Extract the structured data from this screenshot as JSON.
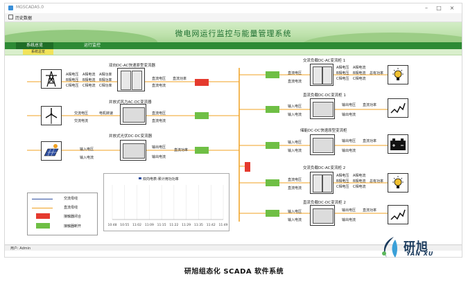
{
  "window": {
    "title": "MGSCADA5.0",
    "minimize": "–",
    "maximize": "□",
    "close": "×"
  },
  "toolbar": {
    "label": "历史数据"
  },
  "banner": {
    "title": "微电网运行监控与能量管理系统"
  },
  "tabs": [
    {
      "label": "系统总览"
    },
    {
      "label": "运行监控"
    }
  ],
  "subtab": {
    "label": "系统总览"
  },
  "left": {
    "bidir": {
      "title": "双向DC-AC快速原型变流器",
      "col1": [
        "A相电压",
        "B相电压",
        "C相电压"
      ],
      "col2": [
        "A相电流",
        "B相电流",
        "C相电流"
      ],
      "col3": [
        "A相功率",
        "B相功率",
        "C相功率"
      ],
      "out1": "直流电压",
      "out2": "直流电流",
      "out3": "直流功率"
    },
    "wind": {
      "title": "并放式风力AC-DC变流器",
      "in1": "交流电压",
      "in2": "交流电流",
      "mid": "电机转速",
      "out1": "直流电压",
      "out2": "直流电流"
    },
    "pv": {
      "title": "并放式光伏DC-DC变流器",
      "in1": "输入电压",
      "in2": "输入电流",
      "out1": "输出电压",
      "out2": "输出电流",
      "mid": "直流功率"
    }
  },
  "right": {
    "r1": {
      "title": "交流负载DC-AC变流柜 1",
      "in1": "直流电压",
      "in2": "直流电流",
      "c1": [
        "A相电压",
        "B相电压",
        "C相电压"
      ],
      "c2": [
        "A相电流",
        "B相电流",
        "C相电流"
      ],
      "c3": "总有功率"
    },
    "r2": {
      "title": "直流负载DC-DC变流柜 1",
      "in1": "输入电压",
      "in2": "输入电流",
      "o1": "输出电压",
      "o2": "输出电流",
      "o3": "直流功率"
    },
    "r3": {
      "title": "储能DC-DC快速原型变流柜",
      "in1": "输入电压",
      "in2": "输入电流",
      "o1": "输出电压",
      "o2": "输出电流",
      "o3": "直流功率"
    },
    "r4": {
      "title": "交流负载DC-AC变流柜 2",
      "in1": "直流电压",
      "in2": "直流电流",
      "c1": [
        "A相电压",
        "B相电压",
        "C相电压"
      ],
      "c2": [
        "A相电流",
        "B相电流",
        "C相电流"
      ],
      "c3": "总有功率"
    },
    "r5": {
      "title": "直流负载DC-DC变流柜 2",
      "in1": "输入电压",
      "in2": "输入电流",
      "o1": "输出电压",
      "o2": "输出电流",
      "o3": "直流功率"
    }
  },
  "legend": {
    "ac": "交流母线",
    "dc": "直流母线",
    "closed": "接触器闭合",
    "open": "接触器断开"
  },
  "chart_data": {
    "type": "line",
    "legend": "双向电表-累计用功功率",
    "categories": [
      "10:48",
      "10:55",
      "11:02",
      "11:09",
      "11:15",
      "11:22",
      "11:29",
      "11:35",
      "11:42",
      "11:49"
    ],
    "series": [
      {
        "name": "双向电表-累计用功功率",
        "values": [
          null,
          null,
          null,
          null,
          null,
          null,
          null,
          null,
          null,
          null
        ]
      }
    ]
  },
  "status": {
    "user": "用户: Admin"
  },
  "caption": "研旭组态化 SCADA 软件系统",
  "logo": {
    "cn": "研旭",
    "en": "YAN XU"
  },
  "colors": {
    "dc_bus": "#f0a020",
    "ac_bus": "#2f4fa0",
    "closed": "#e53a2e",
    "open": "#6fbf45",
    "banner_title": "#1d6f2f",
    "tab": "#2d8a35"
  }
}
